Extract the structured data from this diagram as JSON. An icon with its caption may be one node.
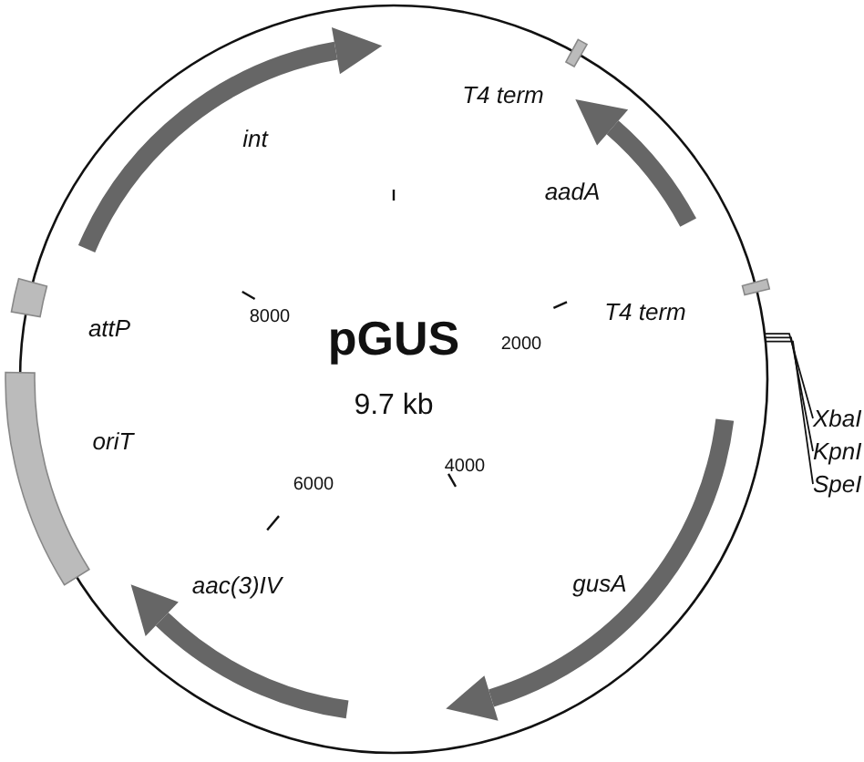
{
  "diagram": {
    "nodes": [
      {
        "text": [
          "XbaI"
        ]
      },
      {
        "text": [
          "KpnI"
        ]
      },
      {
        "text": [
          "SpeI"
        ]
      }
    ],
    "edges": [
      {
        "from": 0,
        "to": null,
        "arrow": "none"
      },
      {
        "from": 1,
        "to": null,
        "arrow": "none"
      },
      {
        "from": 2,
        "to": null,
        "arrow": "none"
      }
    ],
    "labels": [
      "int",
      "T4 term",
      "aadA",
      "attP",
      "8000",
      "2000",
      "pGUS",
      "T4 term",
      "9.7 kb",
      "oriT",
      "6000",
      "4000",
      "aac(3)IV",
      "gusA"
    ]
  }
}
